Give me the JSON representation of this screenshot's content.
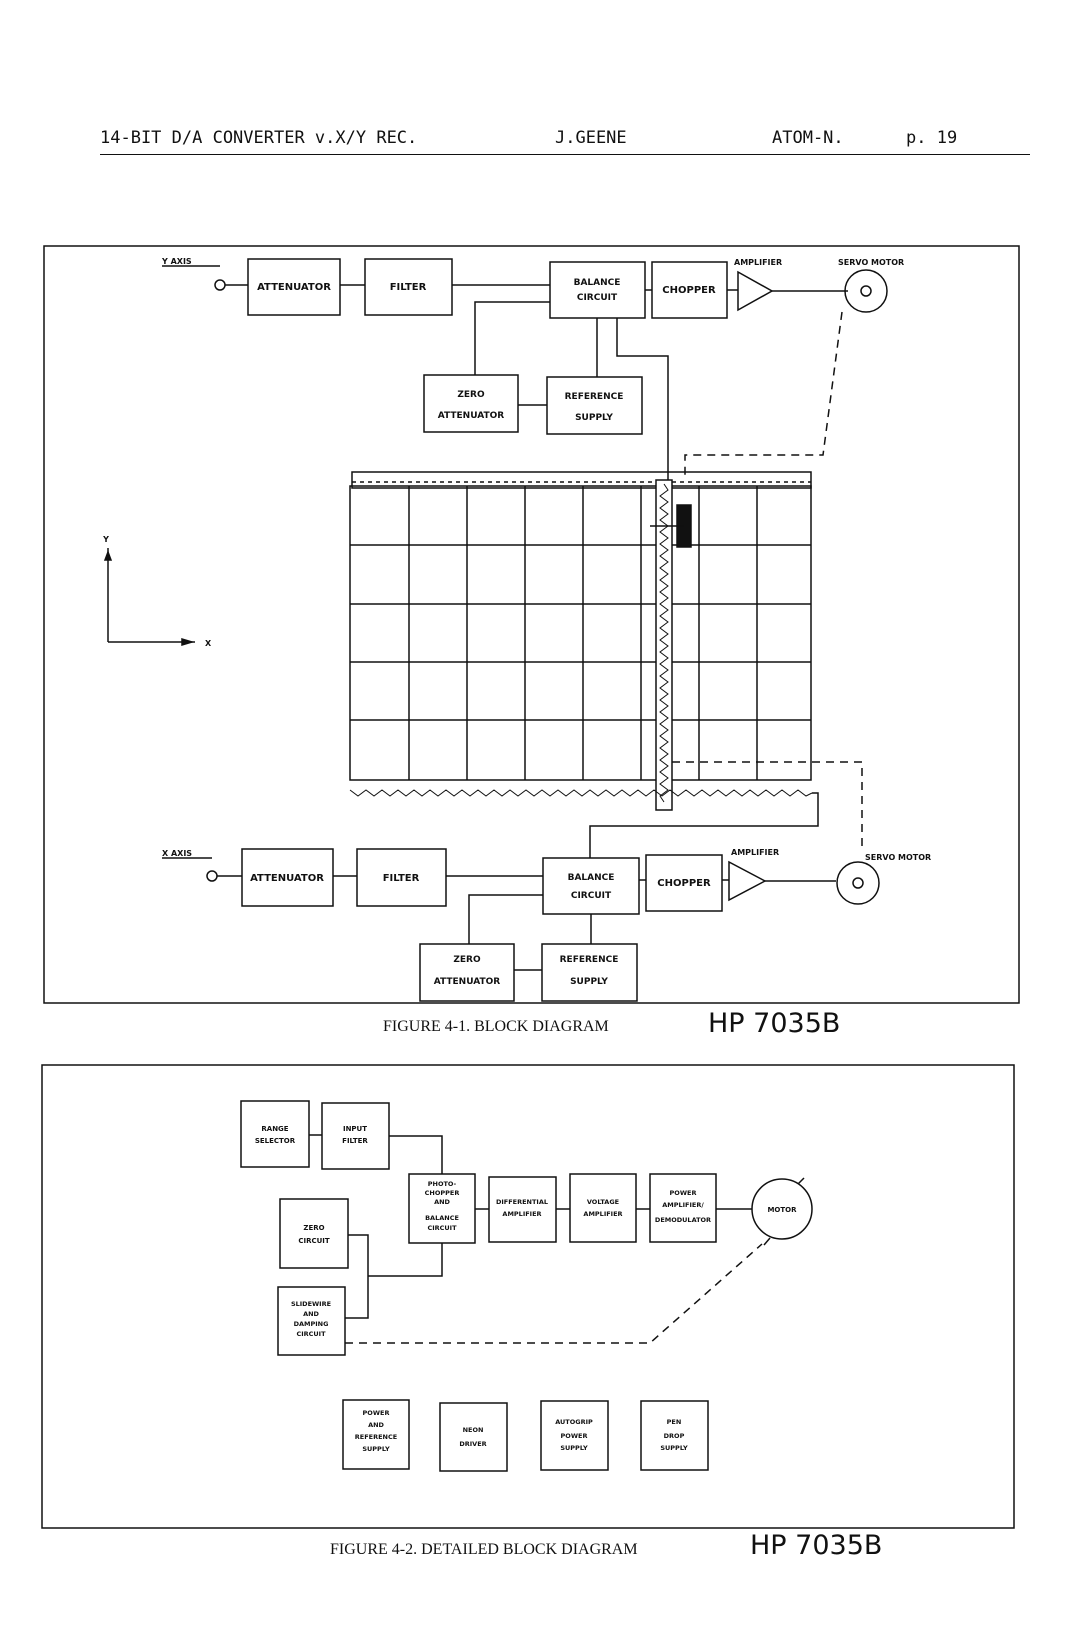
{
  "header": {
    "title": "14-BIT D/A CONVERTER v.X/Y REC.",
    "author": "J.GEENE",
    "org": "ATOM-N.",
    "page": "p. 19"
  },
  "figure1": {
    "caption": "FIGURE 4-1.  BLOCK DIAGRAM",
    "note": "HP 7035B",
    "y_channel": {
      "axis": "Y AXIS",
      "attenuator": "ATTENUATOR",
      "filter": "FILTER",
      "balance": [
        "BALANCE",
        "CIRCUIT"
      ],
      "chopper": "CHOPPER",
      "amplifier": "AMPLIFIER",
      "motor": "SERVO MOTOR",
      "zero": [
        "ZERO",
        "ATTENUATOR"
      ],
      "reference": [
        "REFERENCE",
        "SUPPLY"
      ]
    },
    "x_channel": {
      "axis": "X AXIS",
      "attenuator": "ATTENUATOR",
      "filter": "FILTER",
      "balance": [
        "BALANCE",
        "CIRCUIT"
      ],
      "chopper": "CHOPPER",
      "amplifier": "AMPLIFIER",
      "motor": "SERVO MOTOR",
      "zero": [
        "ZERO",
        "ATTENUATOR"
      ],
      "reference": [
        "REFERENCE",
        "SUPPLY"
      ]
    },
    "axes": {
      "y": "Y",
      "x": "X"
    }
  },
  "figure2": {
    "caption": "FIGURE 4-2.  DETAILED BLOCK DIAGRAM",
    "note": "HP 7035B",
    "blocks": {
      "range": [
        "RANGE",
        "SELECTOR"
      ],
      "input": [
        "INPUT",
        "FILTER"
      ],
      "photo": [
        "PHOTO-",
        "CHOPPER",
        "AND",
        "BALANCE",
        "CIRCUIT"
      ],
      "diff": [
        "DIFFERENTIAL",
        "AMPLIFIER"
      ],
      "volt": [
        "VOLTAGE",
        "AMPLIFIER"
      ],
      "power_amp": [
        "POWER",
        "AMPLIFIER/",
        "DEMODULATOR"
      ],
      "motor": "MOTOR",
      "zero": [
        "ZERO",
        "CIRCUIT"
      ],
      "slide": [
        "SLIDEWIRE",
        "AND",
        "DAMPING",
        "CIRCUIT"
      ],
      "power_ref": [
        "POWER",
        "AND",
        "REFERENCE",
        "SUPPLY"
      ],
      "neon": [
        "NEON",
        "DRIVER"
      ],
      "autogrip": [
        "AUTOGRIP",
        "POWER",
        "SUPPLY"
      ],
      "pen": [
        "PEN",
        "DROP",
        "SUPPLY"
      ]
    }
  }
}
